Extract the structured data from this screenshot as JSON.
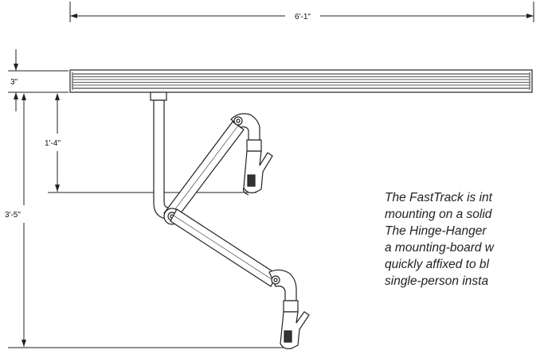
{
  "dimensions": {
    "overall_width": "6'-1\"",
    "track_height": "3\"",
    "upper_reach": "1'-4\"",
    "total_drop": "3'-5\""
  },
  "caption_lines": [
    "The FastTrack is int",
    "mounting on a solid",
    "The Hinge-Hanger",
    "a mounting-board w",
    "quickly affixed to bl",
    "single-person insta"
  ],
  "colors": {
    "line": "#222222",
    "text": "#222222",
    "background": "#ffffff"
  }
}
